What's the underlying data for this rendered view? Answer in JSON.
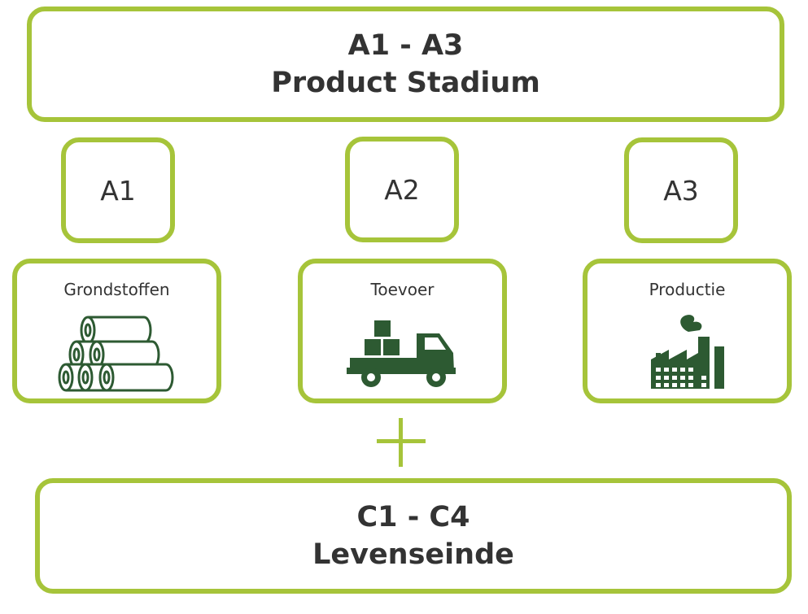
{
  "colors": {
    "border": "#a6c43a",
    "icon": "#2d5a32",
    "text": "#333333"
  },
  "top": {
    "code": "A1 - A3",
    "title": "Product Stadium"
  },
  "codes": [
    "A1",
    "A2",
    "A3"
  ],
  "stages": [
    {
      "label": "Grondstoffen",
      "icon": "logs-icon"
    },
    {
      "label": "Toevoer",
      "icon": "truck-icon"
    },
    {
      "label": "Productie",
      "icon": "factory-icon"
    }
  ],
  "connector": {
    "icon": "plus-icon"
  },
  "bottom": {
    "code": "C1 - C4",
    "title": "Levenseinde"
  }
}
